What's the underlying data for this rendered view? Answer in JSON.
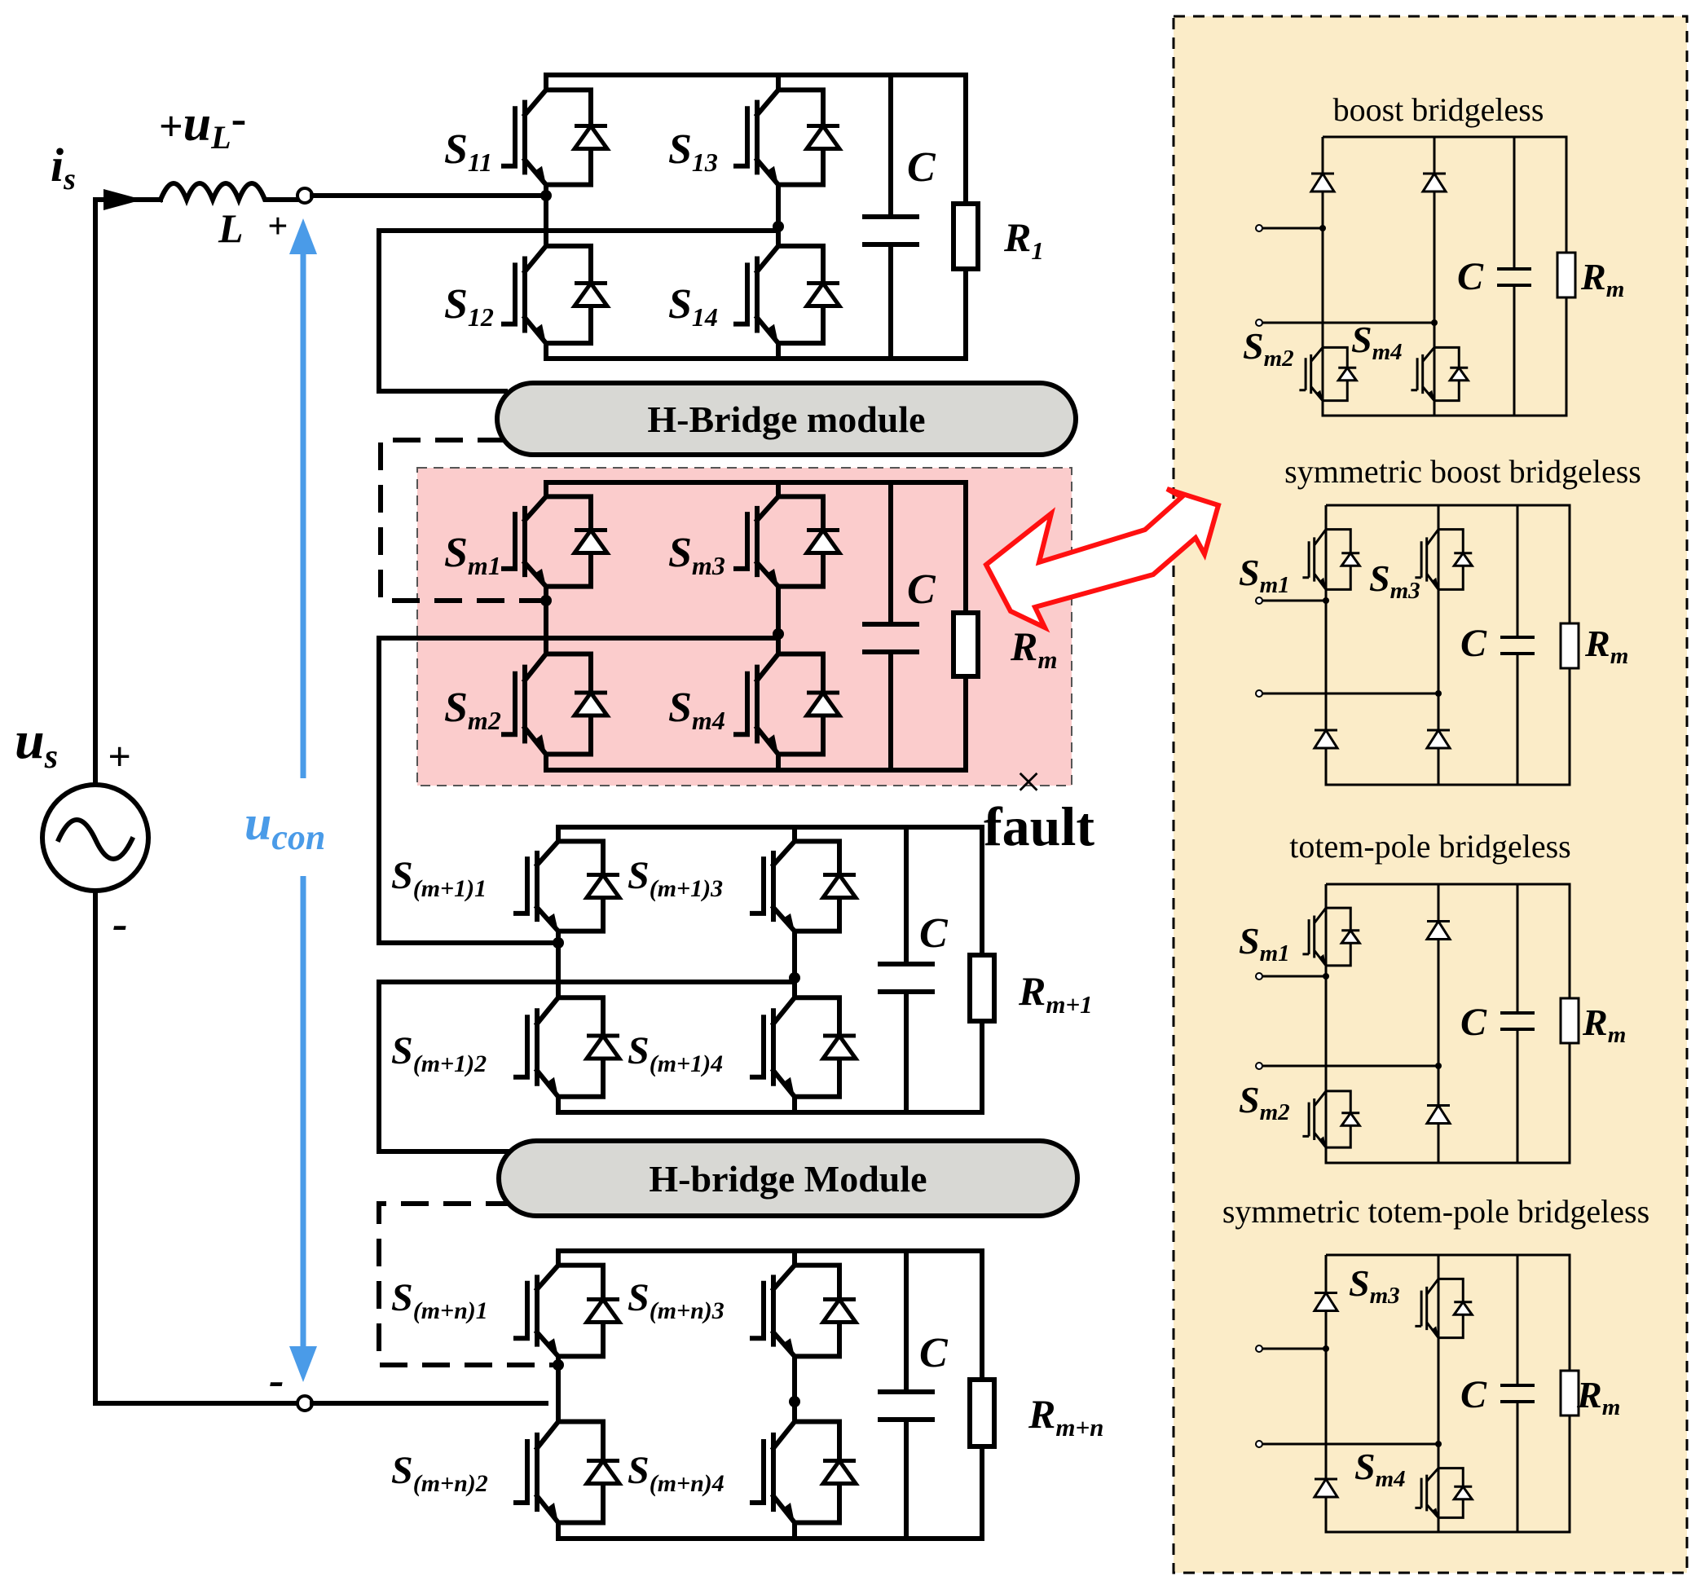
{
  "colors": {
    "wire": "#000000",
    "measure": "#4a9be8",
    "fault": "#ff0000",
    "faultArea": "#fbcccc",
    "panel": "#fbecc8",
    "moduleBox": "#d8d8d4"
  },
  "source": {
    "is": "i",
    "is_sub": "s",
    "us": "u",
    "us_sub": "s",
    "plus": "+",
    "minus": "-"
  },
  "inductor": {
    "plus": "+",
    "u": "u",
    "sub": "L",
    "minus": "-",
    "name": "L"
  },
  "ucon": {
    "u": "u",
    "sub": "con",
    "plus": "+",
    "minus": "-"
  },
  "modules": [
    {
      "switches": [
        {
          "s": "S",
          "sub": "11"
        },
        {
          "s": "S",
          "sub": "13"
        },
        {
          "s": "S",
          "sub": "12"
        },
        {
          "s": "S",
          "sub": "14"
        }
      ],
      "cap": "C",
      "res": "R",
      "res_sub": "1"
    },
    {
      "switches": [
        {
          "s": "S",
          "sub": "m1"
        },
        {
          "s": "S",
          "sub": "m3"
        },
        {
          "s": "S",
          "sub": "m2"
        },
        {
          "s": "S",
          "sub": "m4"
        }
      ],
      "cap": "C",
      "res": "R",
      "res_sub": "m"
    },
    {
      "switches": [
        {
          "s": "S",
          "sub": "(m+1)1"
        },
        {
          "s": "S",
          "sub": "(m+1)3"
        },
        {
          "s": "S",
          "sub": "(m+1)2"
        },
        {
          "s": "S",
          "sub": "(m+1)4"
        }
      ],
      "cap": "C",
      "res": "R",
      "res_sub": "m+1"
    },
    {
      "switches": [
        {
          "s": "S",
          "sub": "(m+n)1"
        },
        {
          "s": "S",
          "sub": "(m+n)3"
        },
        {
          "s": "S",
          "sub": "(m+n)2"
        },
        {
          "s": "S",
          "sub": "(m+n)4"
        }
      ],
      "cap": "C",
      "res": "R",
      "res_sub": "m+n"
    }
  ],
  "module_labels": [
    "H-Bridge module",
    "H-bridge Module"
  ],
  "fault": {
    "label": "fault",
    "mark": "×"
  },
  "panel": {
    "titles": [
      "boost bridgeless",
      "symmetric boost bridgeless",
      "totem-pole bridgeless",
      "symmetric totem-pole bridgeless"
    ],
    "cap": "C",
    "res": "R",
    "res_sub": "m",
    "switch_labels": [
      [
        {
          "s": "S",
          "sub": "m2"
        },
        {
          "s": "S",
          "sub": "m4"
        }
      ],
      [
        {
          "s": "S",
          "sub": "m1"
        },
        {
          "s": "S",
          "sub": "m3"
        }
      ],
      [
        {
          "s": "S",
          "sub": "m1"
        },
        {
          "s": "S",
          "sub": "m2"
        }
      ],
      [
        {
          "s": "S",
          "sub": "m3"
        },
        {
          "s": "S",
          "sub": "m4"
        }
      ]
    ]
  }
}
